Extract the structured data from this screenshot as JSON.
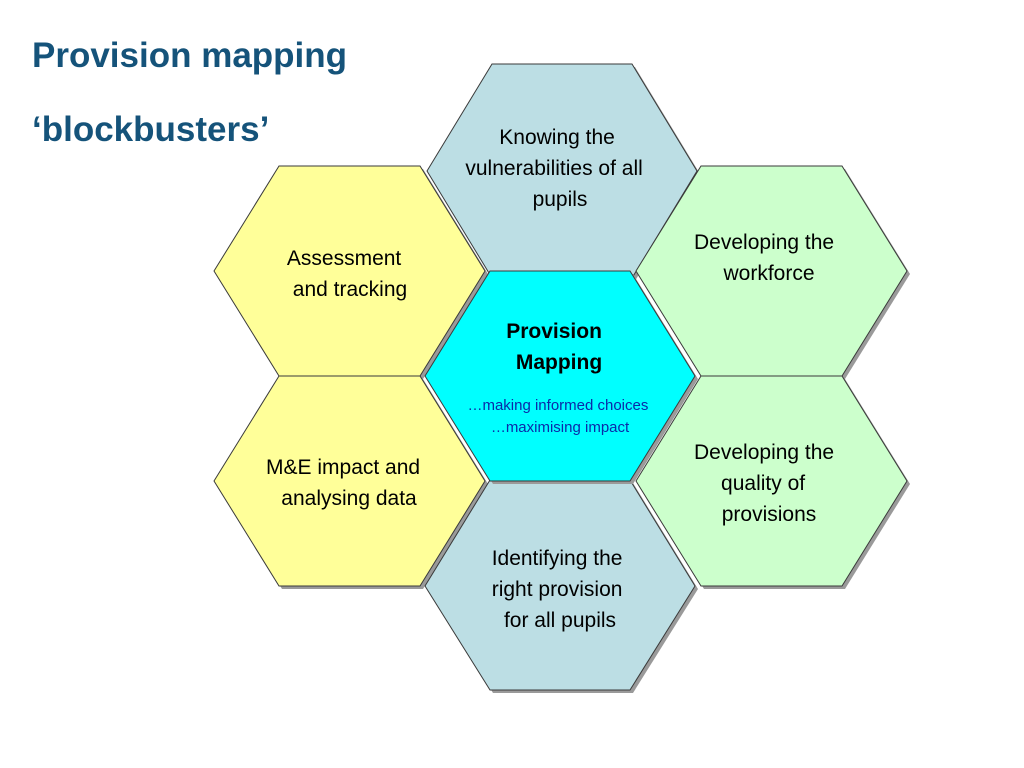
{
  "title": {
    "line1": "Provision mapping",
    "line2": "‘blockbusters’"
  },
  "colors": {
    "title": "#15537a",
    "top_bottom_hex": "#bcdee4",
    "left_hex": "#ffff99",
    "right_hex": "#ccffcc",
    "center_hex": "#00ffff",
    "subtitle_text": "#0b2aa8"
  },
  "hexagons": {
    "top": {
      "lines": [
        "Knowing the",
        "vulnerabilities of all",
        "pupils"
      ]
    },
    "upper_left": {
      "lines": [
        "Assessment",
        "and tracking"
      ]
    },
    "upper_right": {
      "lines": [
        "Developing the",
        "workforce"
      ]
    },
    "center": {
      "lines": [
        "Provision",
        "Mapping"
      ],
      "sub_lines": [
        "…making informed choices",
        "…maximising impact"
      ]
    },
    "lower_left": {
      "lines": [
        "M&E impact and",
        "analysing data"
      ]
    },
    "lower_right": {
      "lines": [
        "Developing the",
        "quality of",
        "provisions"
      ]
    },
    "bottom": {
      "lines": [
        "Identifying the",
        "right provision",
        "for all pupils"
      ]
    }
  }
}
